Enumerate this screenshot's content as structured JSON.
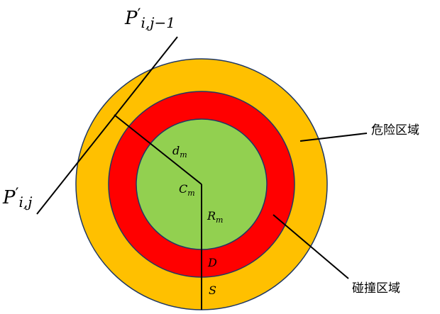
{
  "colors": {
    "danger_zone": "#FFC000",
    "collision_zone": "#FF0000",
    "core": "#92D050",
    "outline": "#1F3864",
    "line": "#000000"
  },
  "labels": {
    "p_prev": {
      "main": "P",
      "prime": "′",
      "sub": "i,j−1"
    },
    "p_curr": {
      "main": "P",
      "prime": "′",
      "sub": "i,j"
    },
    "center": {
      "main": "C",
      "sub": "m"
    },
    "d_m": {
      "main": "d",
      "sub": "m"
    },
    "r_m": {
      "main": "R",
      "sub": "m"
    },
    "D": "D",
    "S": "S",
    "danger_zone": "危险区域",
    "collision_zone": "碰撞区域"
  }
}
